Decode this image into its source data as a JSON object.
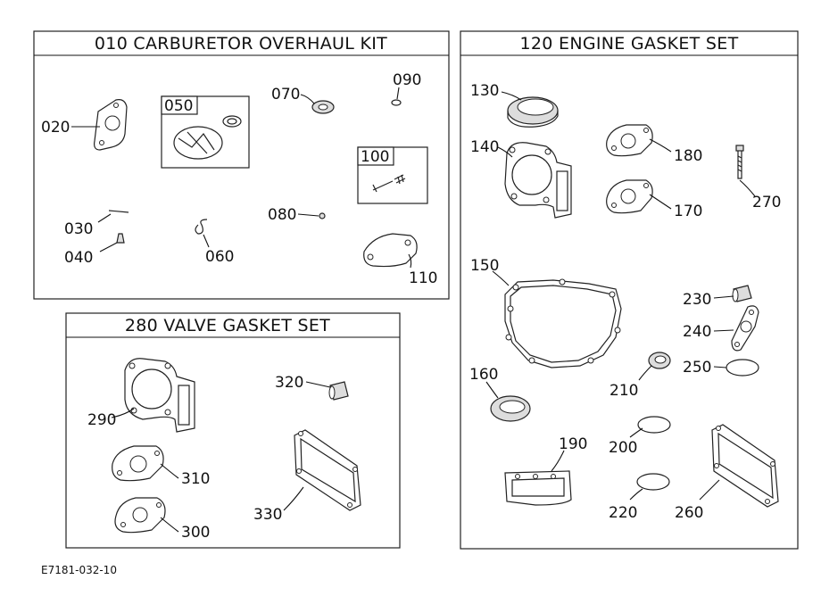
{
  "panels": {
    "carb": {
      "title": "010 CARBURETOR OVERHAUL KIT"
    },
    "engine": {
      "title": "120 ENGINE GASKET SET"
    },
    "valve": {
      "title": "280 VALVE GASKET SET"
    }
  },
  "carb_parts": {
    "p020": "020",
    "p030": "030",
    "p040": "040",
    "p050": "050",
    "p060": "060",
    "p070": "070",
    "p080": "080",
    "p090": "090",
    "p100": "100",
    "p110": "110"
  },
  "engine_parts": {
    "p130": "130",
    "p140": "140",
    "p150": "150",
    "p160": "160",
    "p170": "170",
    "p180": "180",
    "p190": "190",
    "p200": "200",
    "p210": "210",
    "p220": "220",
    "p230": "230",
    "p240": "240",
    "p250": "250",
    "p260": "260",
    "p270": "270"
  },
  "valve_parts": {
    "p290": "290",
    "p300": "300",
    "p310": "310",
    "p320": "320",
    "p330": "330"
  },
  "footer": {
    "code": "E7181-032-10"
  }
}
